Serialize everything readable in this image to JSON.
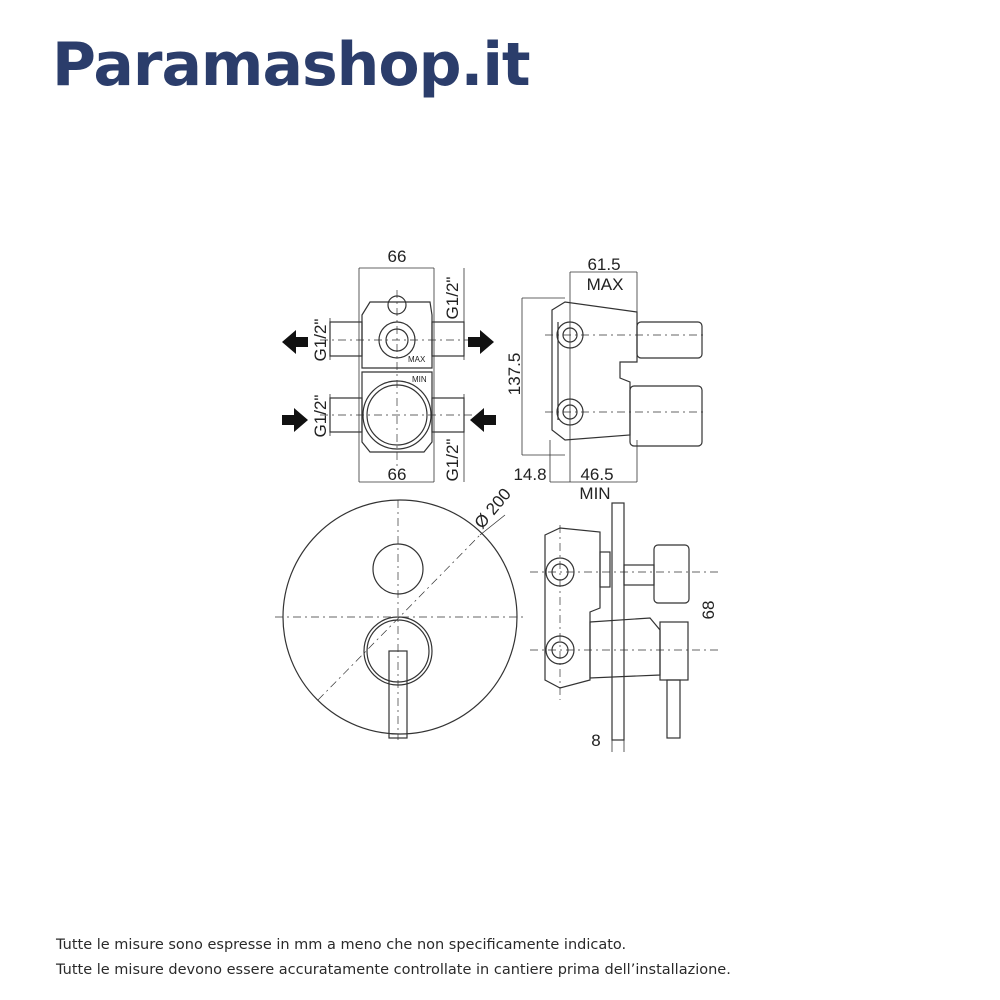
{
  "brand": "Paramashop.it",
  "dimensions": {
    "front_top_width": "66",
    "front_bottom_width": "66",
    "port_left_upper": "G1/2\"",
    "port_right_upper": "G1/2\"",
    "port_left_lower": "G1/2\"",
    "port_right_lower": "G1/2\"",
    "side_width": "61.5",
    "side_width_note": "MAX",
    "side_height": "137.5",
    "side_offset": "14.8",
    "side_depth": "46.5",
    "side_depth_note": "MIN",
    "plate_diameter": "Ø 200",
    "handle_length": "68",
    "plate_thickness": "8",
    "max_marking": "MAX",
    "min_marking": "MIN"
  },
  "footer": {
    "line1": "Tutte le misure sono espresse in mm a meno che non specificamente indicato.",
    "line2": "Tutte le misure devono essere accuratamente controllate in cantiere prima dell’installazione."
  }
}
